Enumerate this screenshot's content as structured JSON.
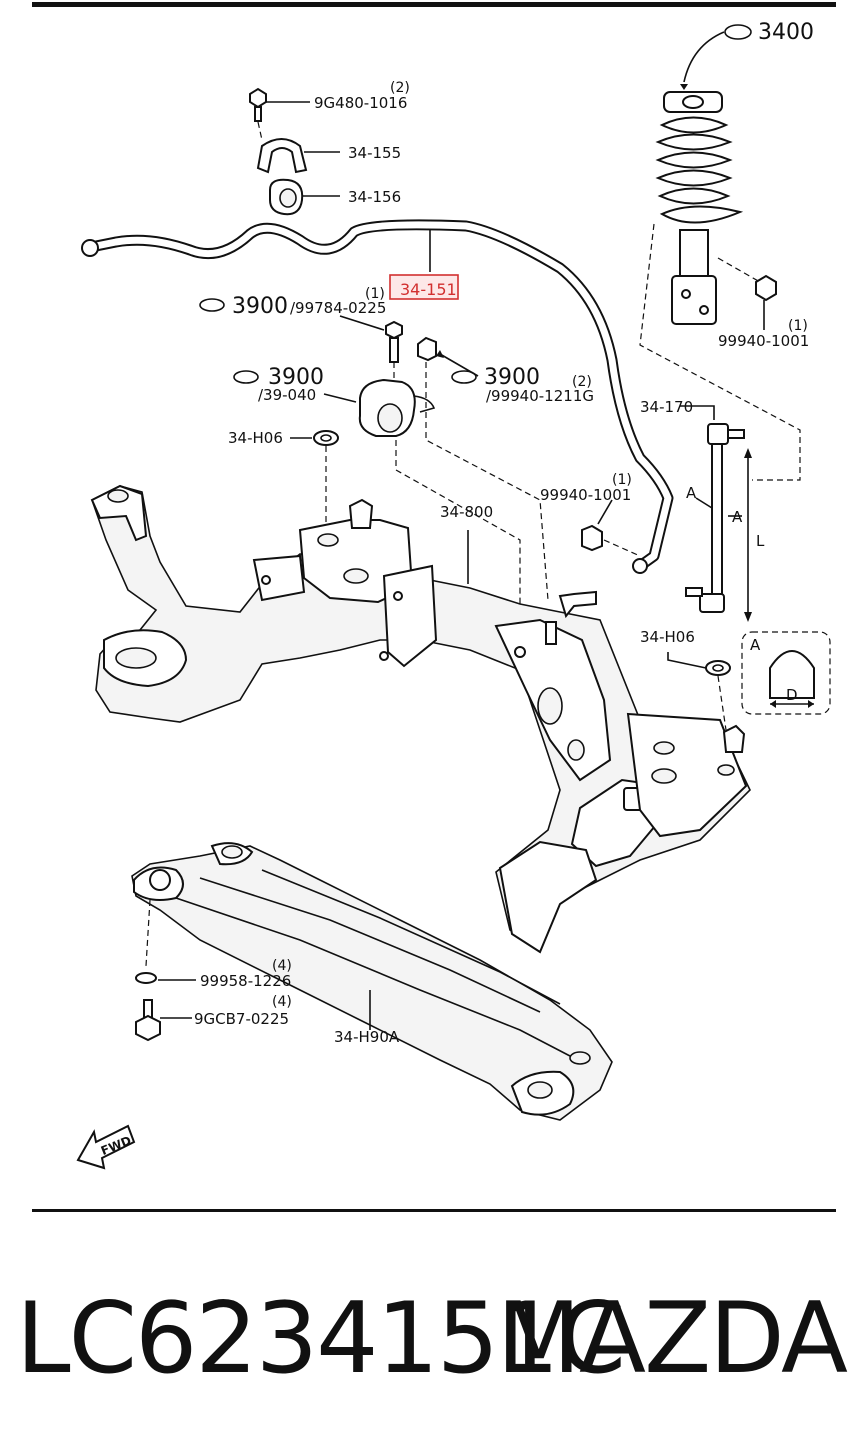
{
  "callouts": {
    "c3400": "3400",
    "c9g480": "9G480-1016",
    "q9g480": "(2)",
    "c34155": "34-155",
    "c34156": "34-156",
    "c34151": "34-151",
    "q34151": "(1)",
    "c3900a": "3900",
    "c99784": "/99784-0225",
    "c3900b": "3900",
    "c39040": "/39-040",
    "c3900c": "3900",
    "c99940_1211": "/99940-1211G",
    "q99940_1211": "(2)",
    "c34h06a": "34-H06",
    "c34800": "34-800",
    "c99940_1001a": "99940-1001",
    "q99940_1001a": "(1)",
    "c99940_1001b": "99940-1001",
    "q99940_1001b": "(1)",
    "c34170": "34-170",
    "a1": "A",
    "a2": "A",
    "a3": "A",
    "l": "L",
    "d": "D",
    "c34h06b": "34-H06",
    "c99958": "99958-1226",
    "q99958": "(4)",
    "c9gcb7": "9GCB7-0225",
    "q9gcb7": "(4)",
    "c34h90a": "34-H90A",
    "fwd": "FWD"
  },
  "footer": {
    "part_number": "LC6234151C",
    "brand": "MAZDA"
  },
  "colors": {
    "highlight": "#d23030",
    "ink": "#111111"
  }
}
